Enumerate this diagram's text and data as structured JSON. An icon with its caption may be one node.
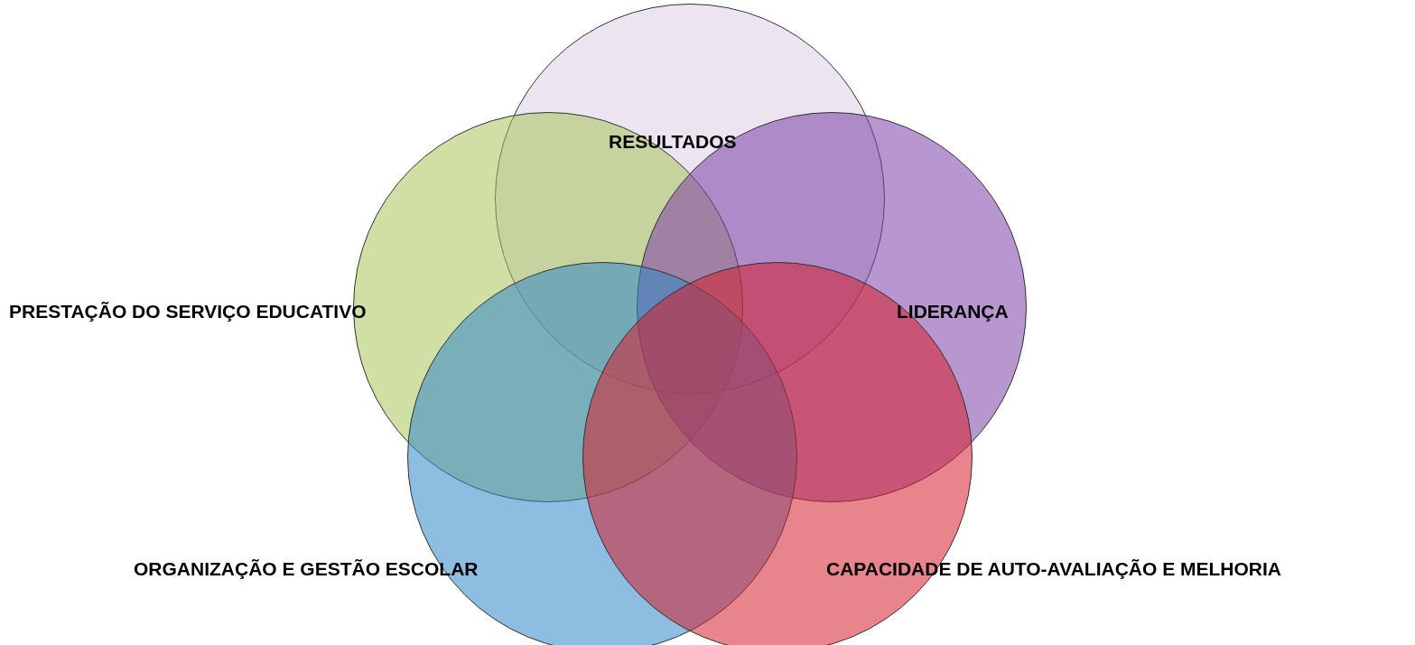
{
  "diagram": {
    "nodes": [
      {
        "text": [
          "RESULTADOS"
        ]
      },
      {
        "text": [
          "PRESTAÇÃO DO SERVIÇO EDUCATIVO"
        ]
      },
      {
        "text": [
          "LIDERANÇA"
        ]
      },
      {
        "text": [
          "ORGANIZAÇÃO E GESTÃO ESCOLAR"
        ]
      },
      {
        "text": [
          "CAPACIDADE DE AUTO-AVALIAÇÃO E MELHORIA"
        ]
      }
    ],
    "edges": []
  }
}
